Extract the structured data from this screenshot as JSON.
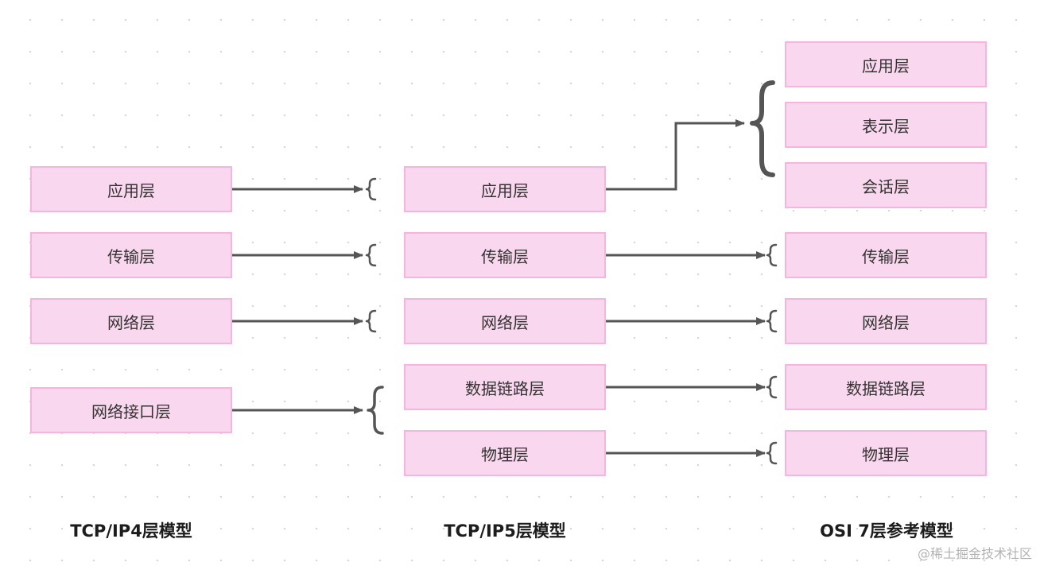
{
  "models": {
    "tcpip4": {
      "caption": "TCP/IP4层模型",
      "layers": [
        "应用层",
        "传输层",
        "网络层",
        "网络接口层"
      ]
    },
    "tcpip5": {
      "caption": "TCP/IP5层模型",
      "layers": [
        "应用层",
        "传输层",
        "网络层",
        "数据链路层",
        "物理层"
      ]
    },
    "osi7": {
      "caption": "OSI 7层参考模型",
      "layers": [
        "应用层",
        "表示层",
        "会话层",
        "传输层",
        "网络层",
        "数据链路层",
        "物理层"
      ]
    }
  },
  "watermark": "@稀土掘金技术社区",
  "colors": {
    "box_fill": "#f9d7ee",
    "box_border": "#f6b4de",
    "arrow": "#555555"
  }
}
